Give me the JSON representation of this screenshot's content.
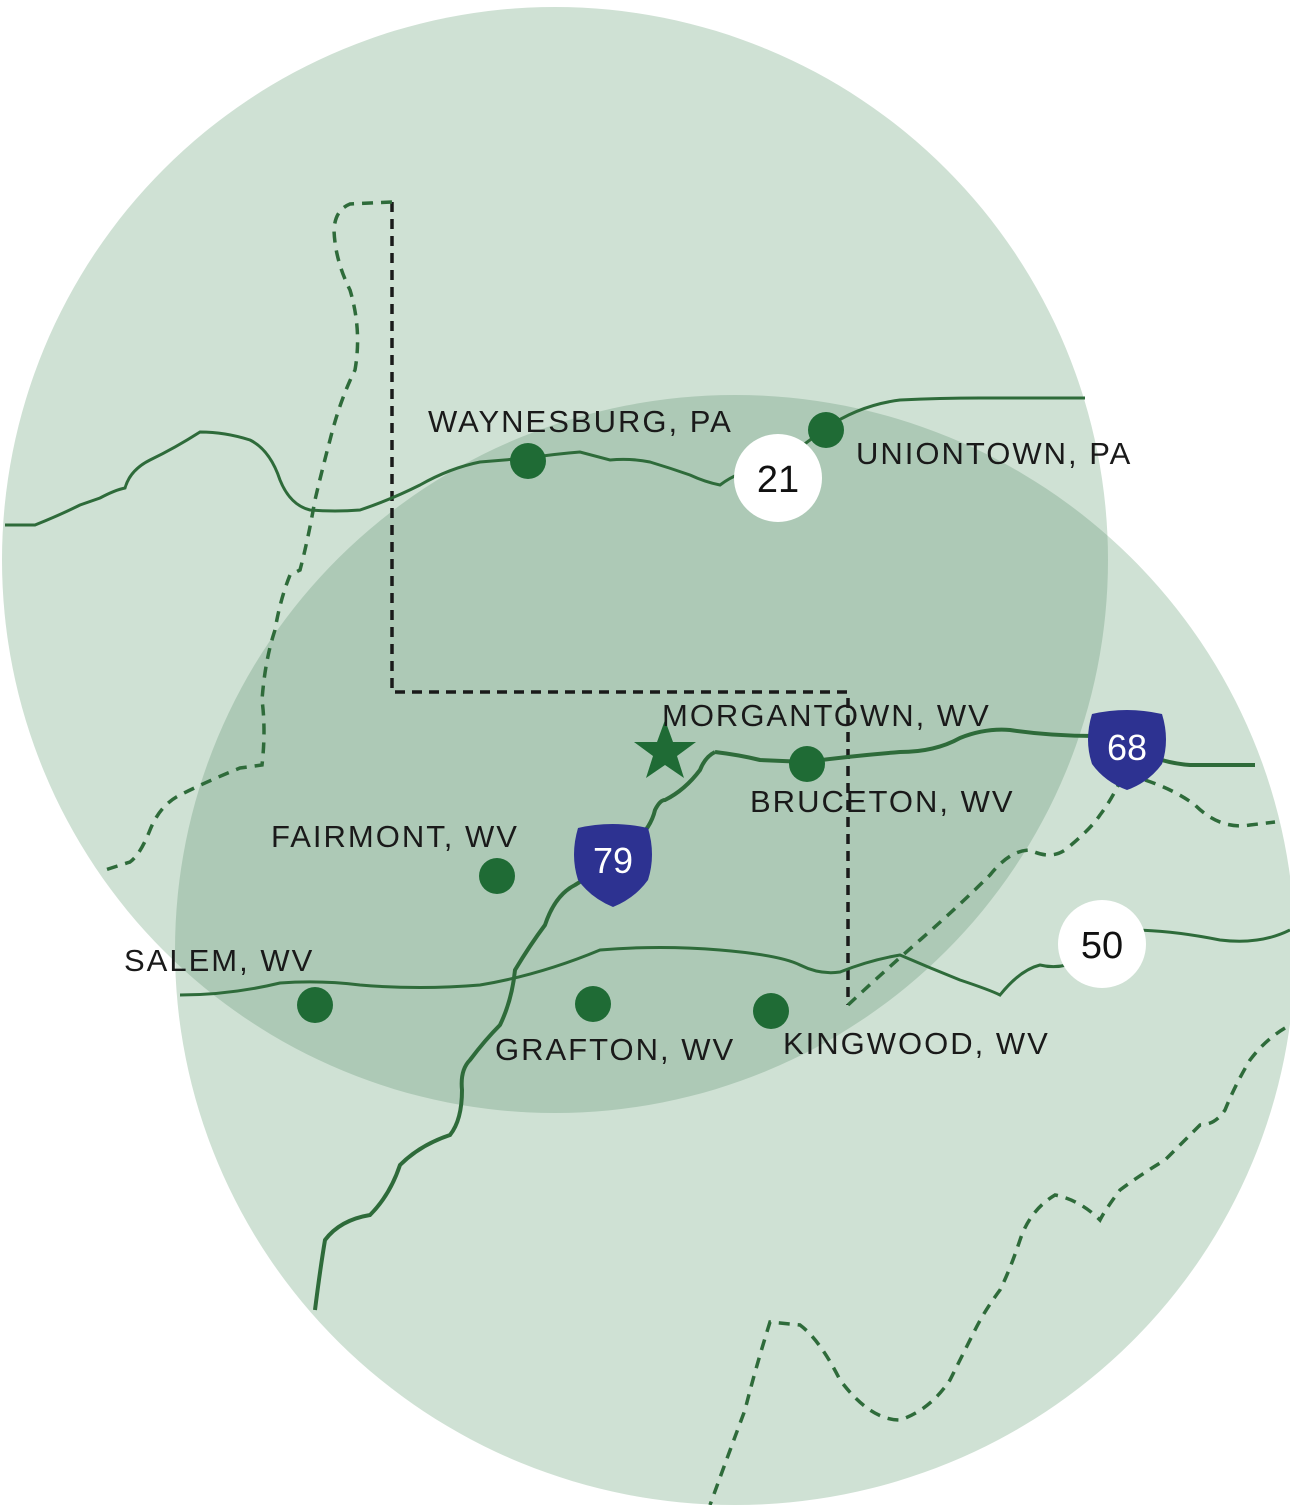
{
  "map": {
    "cities": [
      {
        "id": "waynesburg",
        "label": "WAYNESBURG, PA"
      },
      {
        "id": "uniontown",
        "label": "UNIONTOWN, PA"
      },
      {
        "id": "morgantown",
        "label": "MORGANTOWN, WV",
        "marker": "star"
      },
      {
        "id": "bruceton",
        "label": "BRUCETON, WV"
      },
      {
        "id": "fairmont",
        "label": "FAIRMONT, WV"
      },
      {
        "id": "salem",
        "label": "SALEM, WV"
      },
      {
        "id": "grafton",
        "label": "GRAFTON, WV"
      },
      {
        "id": "kingwood",
        "label": "KINGWOOD, WV"
      }
    ],
    "interstates": [
      {
        "id": "i79",
        "number": "79"
      },
      {
        "id": "i68",
        "number": "68"
      }
    ],
    "routes": [
      {
        "id": "us21",
        "number": "21"
      },
      {
        "id": "us50",
        "number": "50"
      }
    ],
    "colors": {
      "circle_fill": "#cfe1d4",
      "overlap_fill": "#adc9b6",
      "road": "#2e6b3a",
      "city_dot": "#1f6b35",
      "shield": "#2d3291",
      "state_border": "#1a1a1a"
    }
  }
}
